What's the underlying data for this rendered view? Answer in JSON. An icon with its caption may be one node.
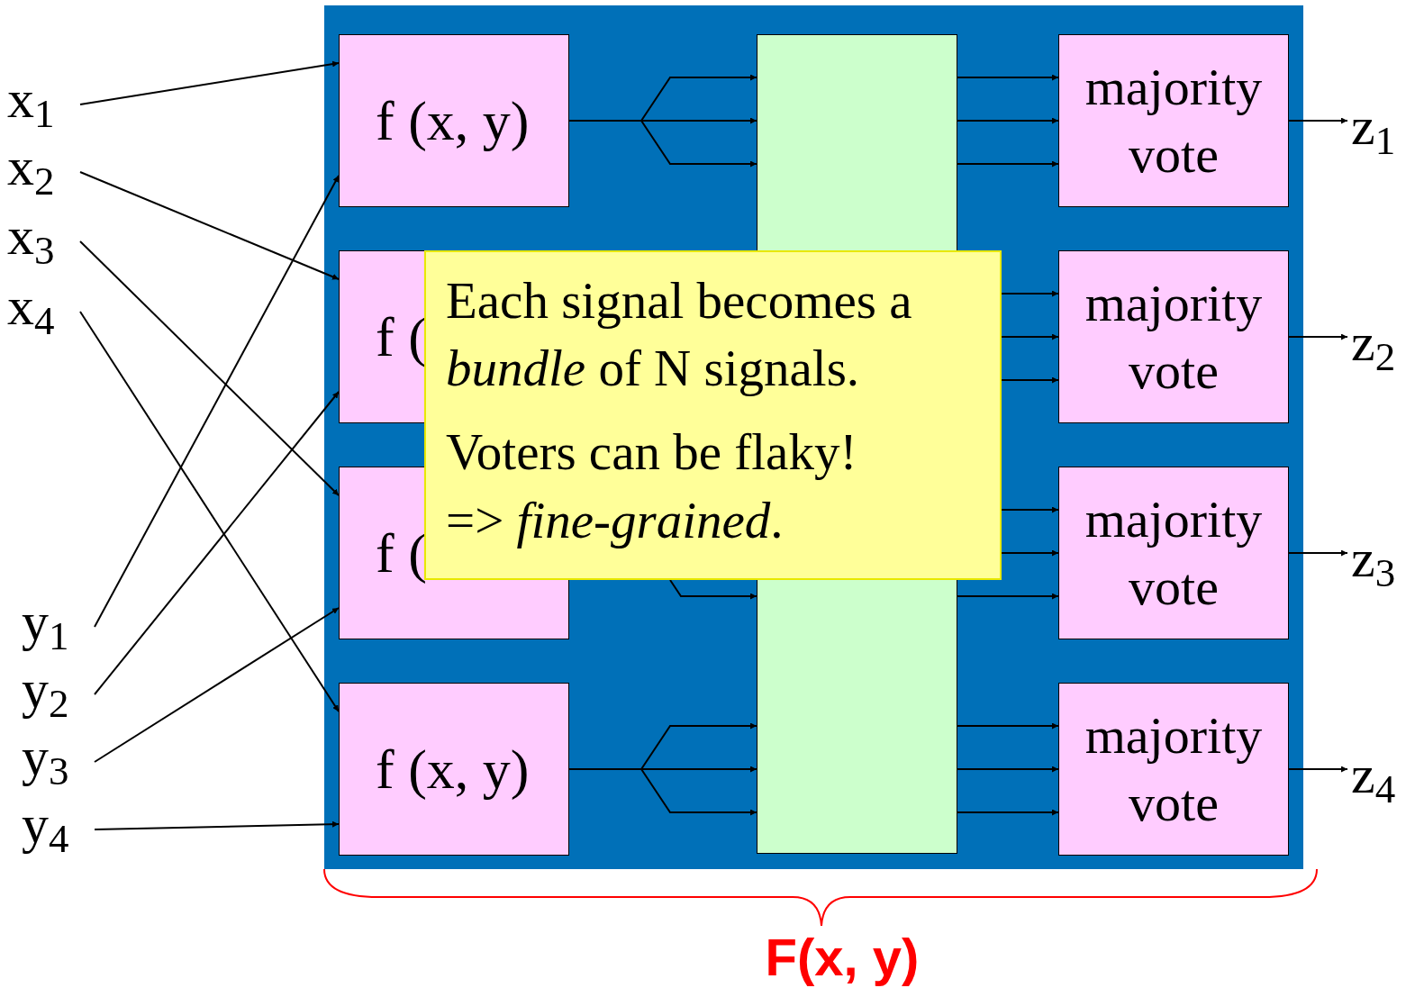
{
  "diagram": {
    "nodes": [
      {
        "text": [],
        "shape": "box"
      },
      {
        "text": [
          "f (x, y)"
        ],
        "in": 0
      },
      {
        "text": [
          "f ("
        ],
        "in": 0
      },
      {
        "text": [
          "f ("
        ],
        "in": 0
      },
      {
        "text": [
          "f (x, y)"
        ],
        "in": 0
      },
      {
        "text": [],
        "shape": "bar",
        "in": 0
      },
      {
        "text": [
          "majority vote"
        ],
        "in": 0
      },
      {
        "text": [
          "majority vote"
        ],
        "in": 0
      },
      {
        "text": [
          "majority vote"
        ],
        "in": 0
      },
      {
        "text": [
          "majority vote"
        ],
        "in": 0
      },
      {
        "text": [
          "Each signal becomes a *bundle* of N signals.",
          "Voters can be flaky!",
          "=> *fine-grained*."
        ],
        "in": 0
      },
      {
        "text": [
          "x$_{1}$"
        ]
      },
      {
        "text": [
          "x$_{2}$"
        ]
      },
      {
        "text": [
          "x$_{3}$"
        ]
      },
      {
        "text": [
          "x$_{4}$"
        ]
      },
      {
        "text": [
          "y$_{1}$"
        ]
      },
      {
        "text": [
          "y$_{2}$"
        ]
      },
      {
        "text": [
          "y$_{3}$"
        ]
      },
      {
        "text": [
          "y$_{4}$"
        ]
      },
      {
        "text": [
          "z$_{1}$"
        ]
      },
      {
        "text": [
          "z$_{2}$"
        ]
      },
      {
        "text": [
          "z$_{3}$"
        ]
      },
      {
        "text": [
          "z$_{4}$"
        ]
      }
    ],
    "edges": [
      {
        "from": 11,
        "to": 1,
        "arrow": "to"
      },
      {
        "from": 12,
        "to": 2,
        "arrow": "to"
      },
      {
        "from": 13,
        "to": 3,
        "arrow": "to"
      },
      {
        "from": 14,
        "to": 4,
        "arrow": "to"
      },
      {
        "from": 15,
        "to": 1,
        "arrow": "to"
      },
      {
        "from": 16,
        "to": 2,
        "arrow": "to"
      },
      {
        "from": 17,
        "to": 3,
        "arrow": "to"
      },
      {
        "from": 18,
        "to": 4,
        "arrow": "to"
      },
      {
        "from": 1,
        "to": 5,
        "arrow": "to"
      },
      {
        "from": 1,
        "to": 5,
        "arrow": "to"
      },
      {
        "from": 1,
        "to": 5,
        "arrow": "to"
      },
      {
        "from": 10,
        "to": 5,
        "arrow": "to"
      },
      {
        "from": 4,
        "to": 5,
        "arrow": "to"
      },
      {
        "from": 4,
        "to": 5,
        "arrow": "to"
      },
      {
        "from": 4,
        "to": 5,
        "arrow": "to"
      },
      {
        "from": 5,
        "to": 6,
        "arrow": "to"
      },
      {
        "from": 5,
        "to": 6,
        "arrow": "to"
      },
      {
        "from": 5,
        "to": 6,
        "arrow": "to"
      },
      {
        "from": 10,
        "to": 7,
        "arrow": "to"
      },
      {
        "from": 10,
        "to": 7,
        "arrow": "to"
      },
      {
        "from": 10,
        "to": 7,
        "arrow": "to"
      },
      {
        "from": 10,
        "to": 8,
        "arrow": "to"
      },
      {
        "from": 10,
        "to": 8,
        "arrow": "to"
      },
      {
        "from": 5,
        "to": 8,
        "arrow": "to"
      },
      {
        "from": 5,
        "to": 9,
        "arrow": "to"
      },
      {
        "from": 5,
        "to": 9,
        "arrow": "to"
      },
      {
        "from": 5,
        "to": 9,
        "arrow": "to"
      },
      {
        "from": 6,
        "to": 19,
        "arrow": "to"
      },
      {
        "from": 7,
        "to": 20,
        "arrow": "to"
      },
      {
        "from": 8,
        "to": 21,
        "arrow": "to"
      },
      {
        "from": 9,
        "to": 22,
        "arrow": "to"
      }
    ],
    "labels": [
      "F(x, y)"
    ]
  }
}
